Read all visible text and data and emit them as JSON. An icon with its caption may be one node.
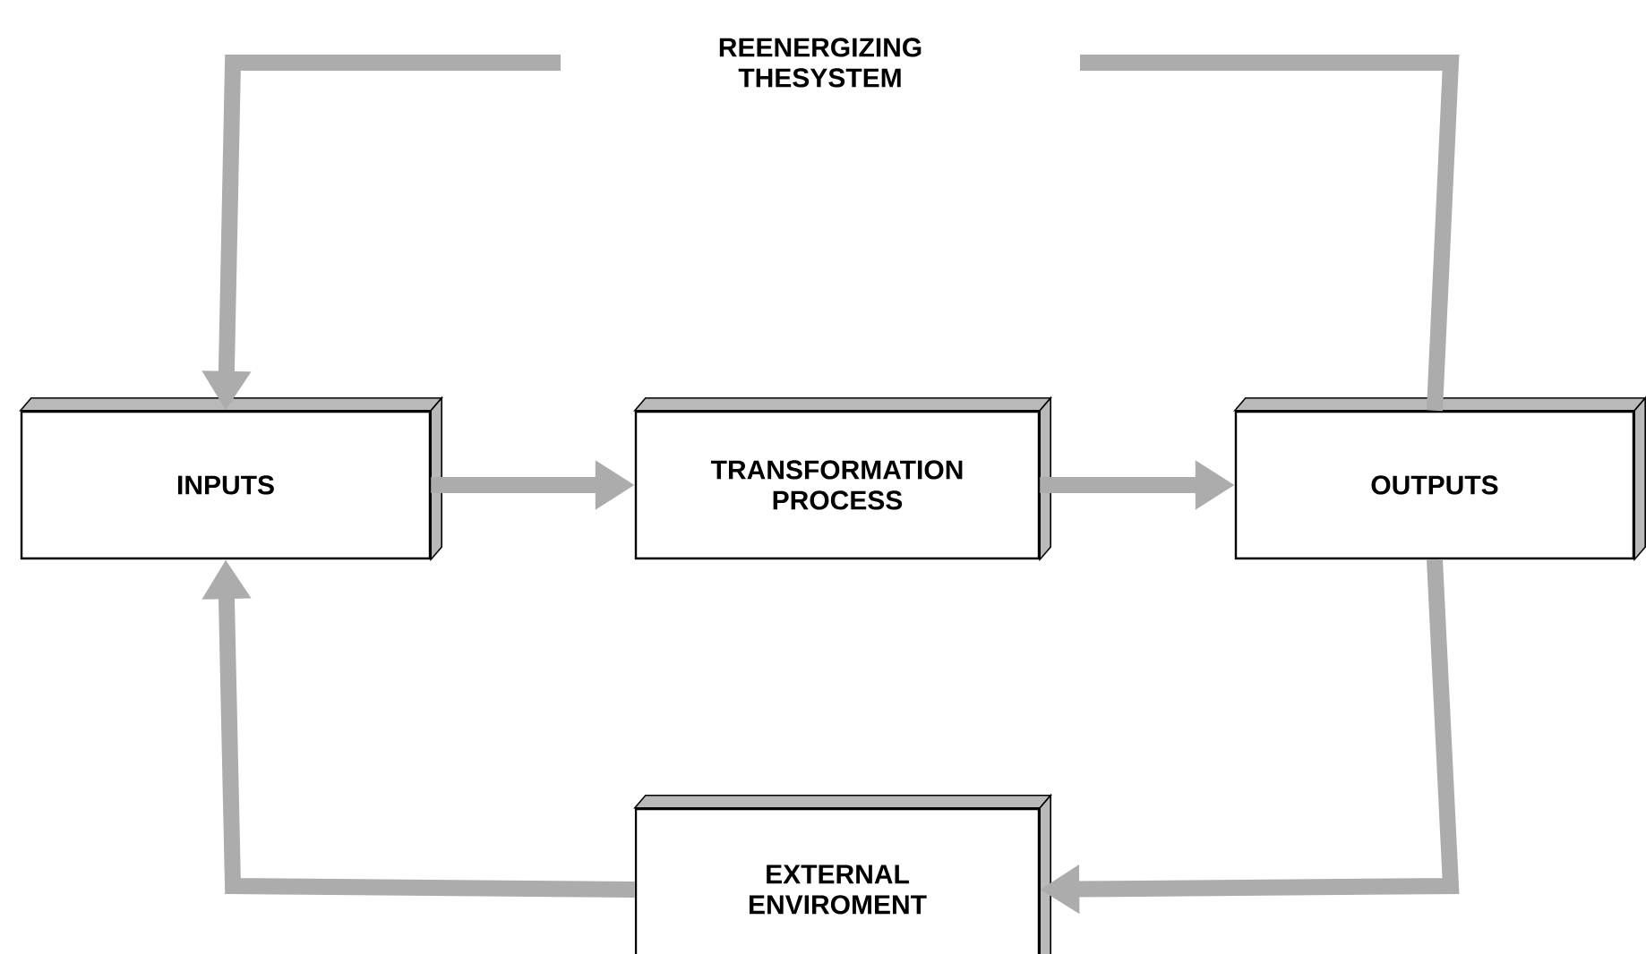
{
  "diagram": {
    "nodes": [
      {
        "text": [
          "INPUTS"
        ]
      },
      {
        "text": [
          "TRANSFORMATION PROCESS"
        ]
      },
      {
        "text": [
          "OUTPUTS"
        ]
      },
      {
        "text": [
          "EXTERNAL ENVIROMENT"
        ]
      }
    ],
    "edges": [
      {
        "from": 0,
        "to": 1,
        "arrow": "to"
      },
      {
        "from": 1,
        "to": 2,
        "arrow": "to"
      },
      {
        "from": 2,
        "to": 3,
        "arrow": "to"
      },
      {
        "from": 3,
        "to": 0,
        "arrow": "to"
      },
      {
        "from": 2,
        "to": 0,
        "arrow": "to",
        "label": "REENERGIZING THESYSTEM"
      }
    ]
  }
}
